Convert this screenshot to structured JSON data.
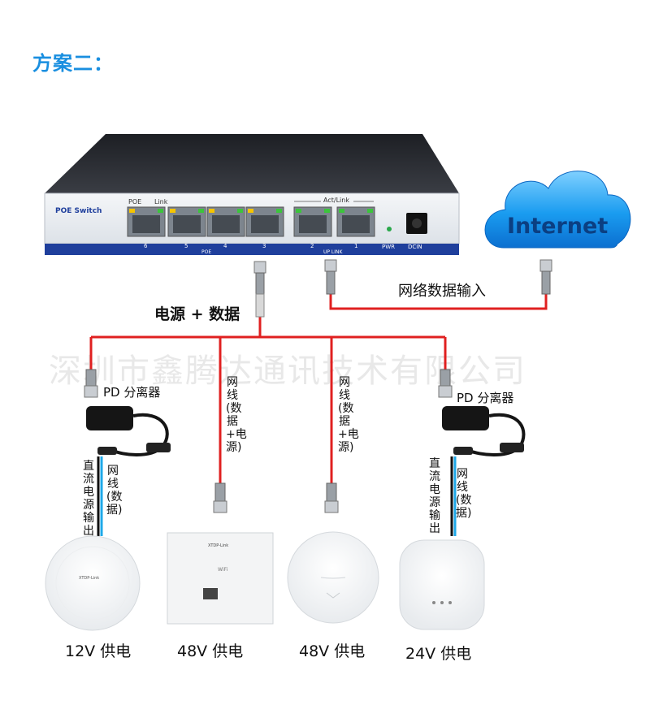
{
  "title": "方案二：",
  "watermark": "深圳市鑫腾达通讯技术有限公司",
  "switch": {
    "name": "POE Switch",
    "poe_label": "POE",
    "link_label": "Link",
    "actlink_label": "Act/Link",
    "poe_group_label": "POE",
    "uplink_group_label": "UP LINK",
    "pwr_label": "PWR",
    "dcin_label": "DCIN",
    "port_numbers": [
      "6",
      "5",
      "4",
      "3",
      "2",
      "1"
    ]
  },
  "cloud_label": "Internet",
  "network_input_label": "网络数据输入",
  "power_data_label": "电源 + 数据",
  "pd_left_label": "PD 分离器",
  "pd_right_label": "PD 分离器",
  "vertical_labels": {
    "dc_out_left": "直流电源输出",
    "net_data_left": "网线(数据)",
    "cable_mid1": "网线(数据+电源)",
    "cable_mid2": "网线(数据+电源)",
    "dc_out_right": "直流电源输出",
    "net_data_right": "网线(数据)"
  },
  "devices": [
    {
      "brand": "XTDP-Link",
      "label": "12V 供电"
    },
    {
      "brand": "XTDP-Link",
      "label": "48V 供电",
      "wifi": "WiFi"
    },
    {
      "label": "48V 供电"
    },
    {
      "label": "24V 供电"
    }
  ],
  "colors": {
    "title": "#1a8fe0",
    "cable_red": "#e02020",
    "cable_blue": "#1ea8e8",
    "switch_band": "#1f3f9c"
  }
}
